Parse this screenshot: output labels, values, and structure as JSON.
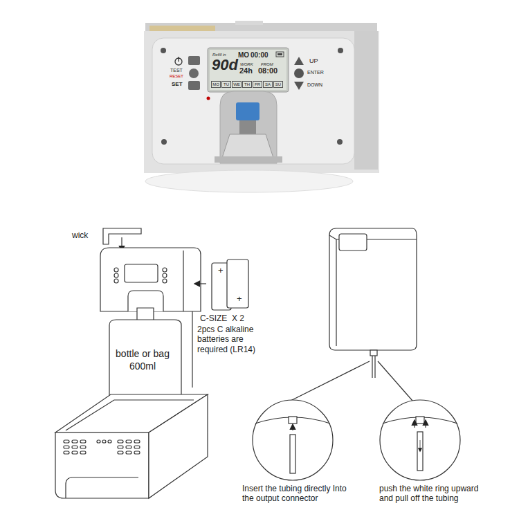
{
  "diagram": {
    "nodes": [
      {
        "text": [
          "Refill in",
          "90d",
          "MO",
          "00:00",
          "WORK",
          "24h",
          "FROM",
          "08:00",
          "MO",
          "TU",
          "WE",
          "TH",
          "FR",
          "SA",
          "SU"
        ]
      },
      {
        "text": [
          "bottle or bag 600ml"
        ]
      }
    ],
    "labels": [
      "TEST",
      "RESET",
      "SET",
      "UP",
      "ENTER",
      "DOWN",
      "wick",
      "+",
      "+",
      "C-SIZE  X 2",
      "2pcs C alkaline batteries are required (LR14)",
      "Insert the tubing directly Into the output connector",
      "push the white ring upward and pull off the tubing"
    ]
  }
}
